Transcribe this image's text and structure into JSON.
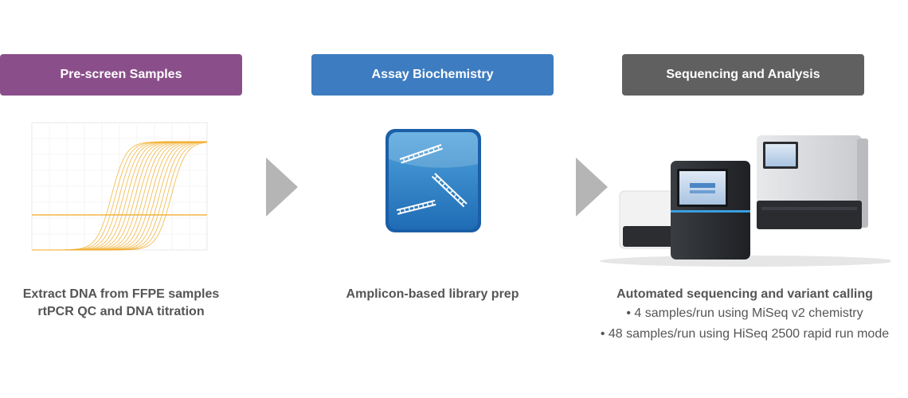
{
  "stages": [
    {
      "header": "Pre-screen Samples",
      "color": "#8a4f8a",
      "caption_lines": [
        "Extract DNA from FFPE samples",
        "rtPCR QC and DNA titration"
      ]
    },
    {
      "header": "Assay Biochemistry",
      "color": "#3d7cc0",
      "caption_lines": [
        "Amplicon-based library prep"
      ]
    },
    {
      "header": "Sequencing and Analysis",
      "color": "#606060",
      "caption_lines": [
        "Automated sequencing and variant calling"
      ],
      "bullets": [
        "• 4 samples/run using MiSeq v2 chemistry",
        "• 48 samples/run using HiSeq 2500 rapid run mode"
      ]
    }
  ],
  "arrow_color": "#b5b5b5",
  "curve_color": "#f0a820"
}
